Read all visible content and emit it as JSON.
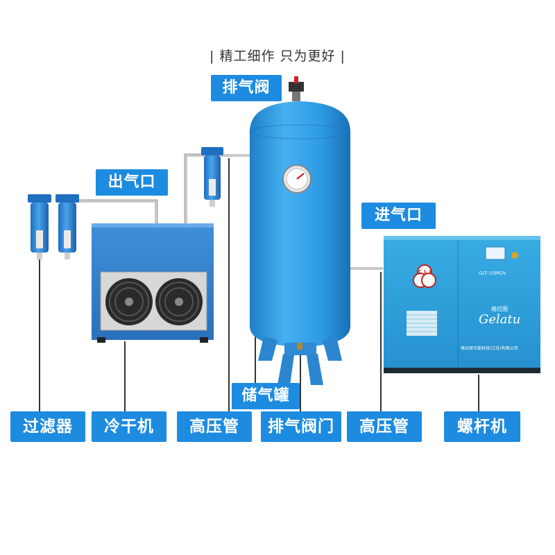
{
  "tagline": "| 精工细作 只为更好 |",
  "labels": {
    "exhaust_valve": "排气阀",
    "air_outlet": "出气口",
    "air_inlet": "进气口",
    "storage_tank": "储气罐"
  },
  "bottom_labels": [
    "过滤器",
    "冷干机",
    "高压管",
    "排气阀门",
    "高压管",
    "螺杆机"
  ],
  "compressor": {
    "model": "GLT-10MOV",
    "brand_script": "Gelatu",
    "brand_cn": "格拉图",
    "company": "格拉图节能科技(江苏)有限公司",
    "badge": "CLE"
  },
  "colors": {
    "label_bg": "#1d8be0",
    "equipment_blue": "#3f8fd9",
    "tank_blue": "#2f9be6",
    "compressor_blue": "#2fa3dc"
  }
}
